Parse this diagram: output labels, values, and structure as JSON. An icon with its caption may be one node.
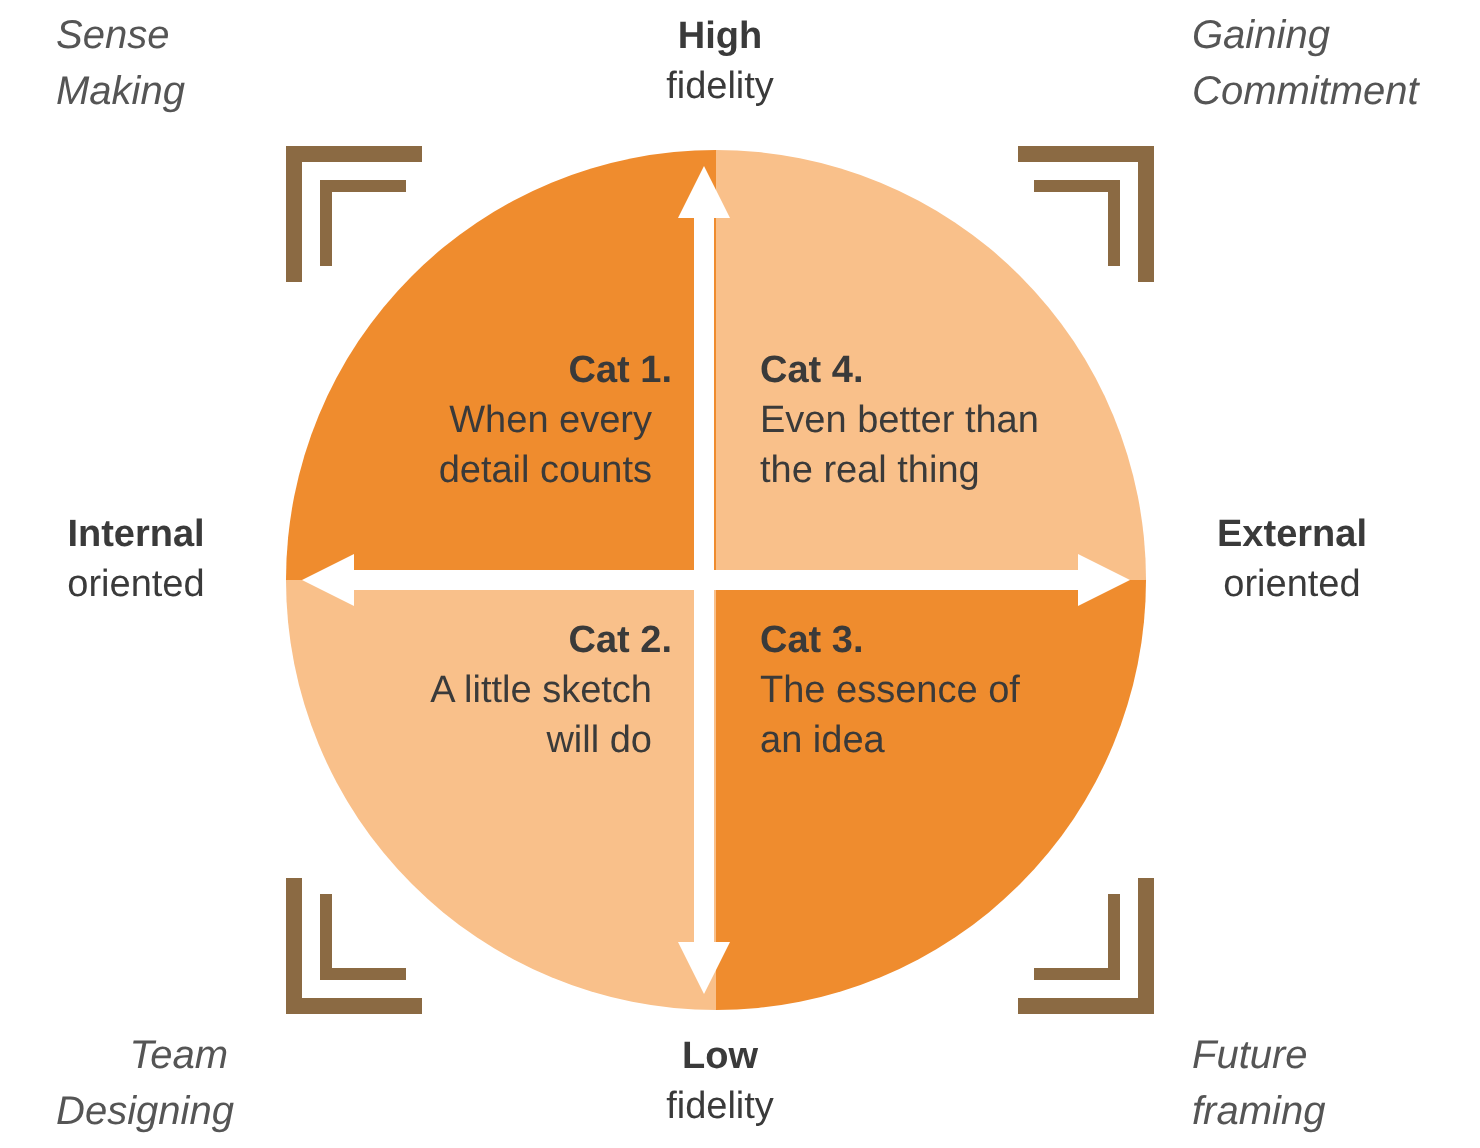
{
  "diagram": {
    "nodes": [
      {
        "text": [
          "Cat 1.",
          "When every detail counts"
        ]
      },
      {
        "text": [
          "Cat 4.",
          "Even better than the real thing"
        ]
      },
      {
        "text": [
          "Cat 2.",
          "A little sketch will do"
        ]
      },
      {
        "text": [
          "Cat 3.",
          "The essence of an idea"
        ]
      },
      {
        "text": [
          "**High** fidelity"
        ]
      },
      {
        "text": [
          "**Internal** oriented"
        ]
      },
      {
        "text": [
          "**External** oriented"
        ]
      },
      {
        "text": [
          "**Low** fidelity"
        ]
      }
    ],
    "edges": [
      {
        "from": 4,
        "to": 7,
        "arrow": "both"
      },
      {
        "from": 5,
        "to": 6,
        "arrow": "both"
      }
    ],
    "labels": [
      "Sense Making",
      "Gaining Commitment",
      "Team Designing",
      "Future framing"
    ]
  }
}
